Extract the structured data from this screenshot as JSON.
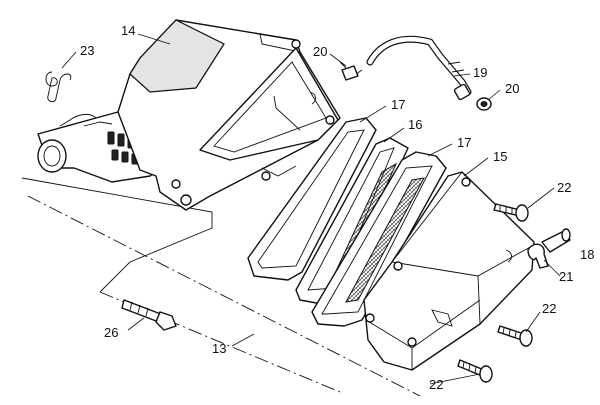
{
  "labels": {
    "p13": "13",
    "p14": "14",
    "p15": "15",
    "p16": "16",
    "p17a": "17",
    "p17b": "17",
    "p18": "18",
    "p19": "19",
    "p20a": "20",
    "p20b": "20",
    "p21": "21",
    "p22a": "22",
    "p22b": "22",
    "p22c": "22",
    "p23": "23",
    "p26": "26"
  }
}
